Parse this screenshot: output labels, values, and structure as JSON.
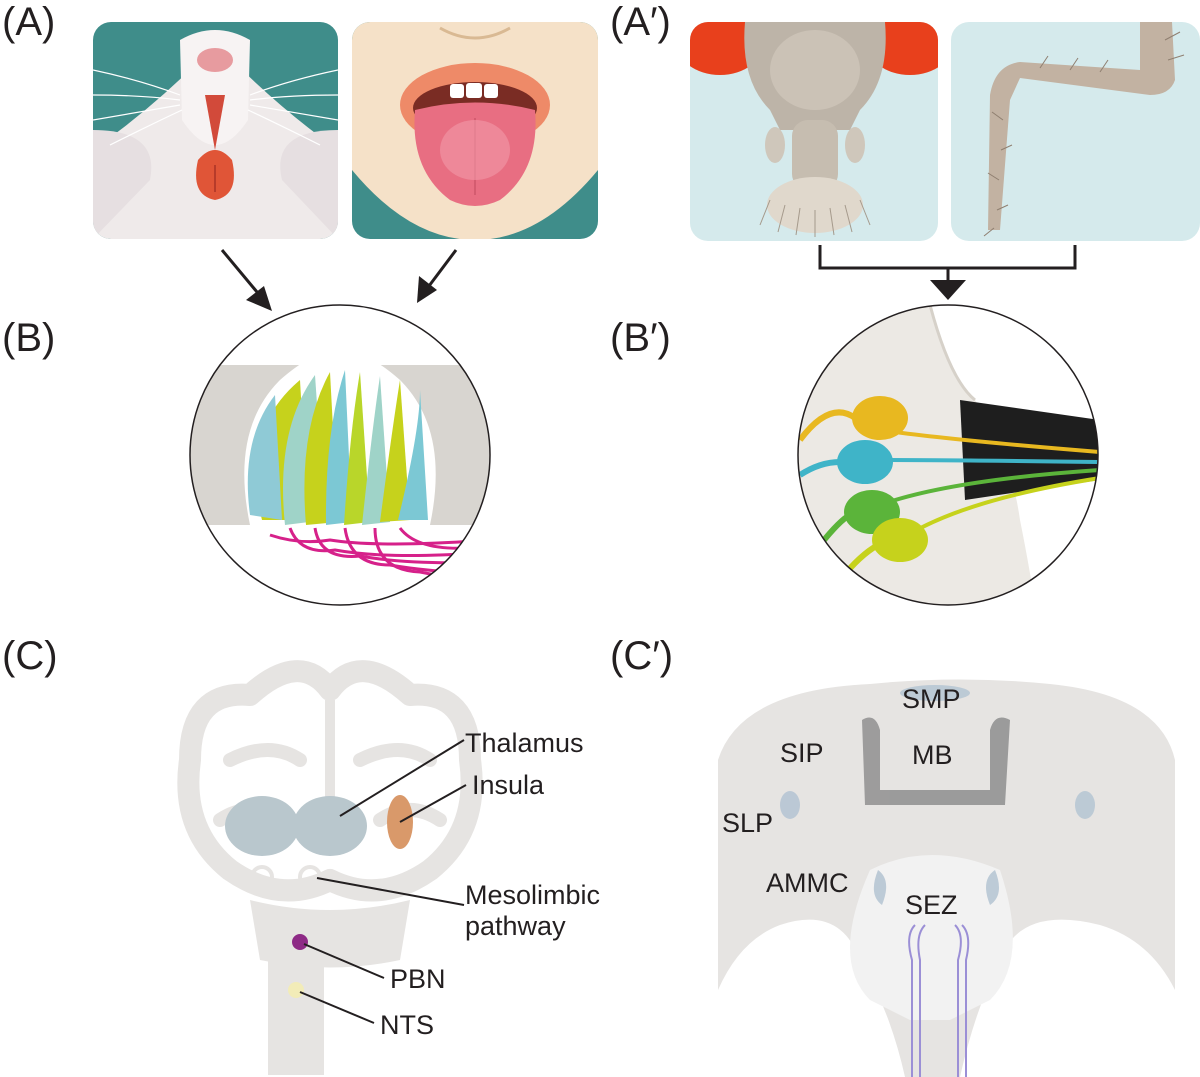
{
  "panels": {
    "A": "(A)",
    "A_prime": "(A′)",
    "B": "(B)",
    "B_prime": "(B′)",
    "C": "(C)",
    "C_prime": "(C′)"
  },
  "human_brain_labels": {
    "thalamus": "Thalamus",
    "insula": "Insula",
    "mesolimbic": "Mesolimbic\npathway",
    "pbn": "PBN",
    "nts": "NTS"
  },
  "fly_brain_labels": {
    "smp": "SMP",
    "sip": "SIP",
    "mb": "MB",
    "slp": "SLP",
    "ammc": "AMMC",
    "sez": "SEZ"
  },
  "colors": {
    "teal_background": "#3f8d8a",
    "pale_blue_background": "#d5eaec",
    "tongue": "#e0707a",
    "fly_eye": "#e8401c",
    "brain_grey": "#e6e4e2",
    "thalamus_blue": "#b9c7cd",
    "insula_orange": "#d9996a",
    "pbn_purple": "#8e2a86",
    "nts_yellow": "#f2ecb8",
    "axon_magenta": "#d6218a",
    "gustatory_yellow": "#e8b820",
    "gustatory_cyan": "#3fb4c8",
    "gustatory_green": "#5bb43a",
    "gustatory_lime": "#c6d21c"
  }
}
